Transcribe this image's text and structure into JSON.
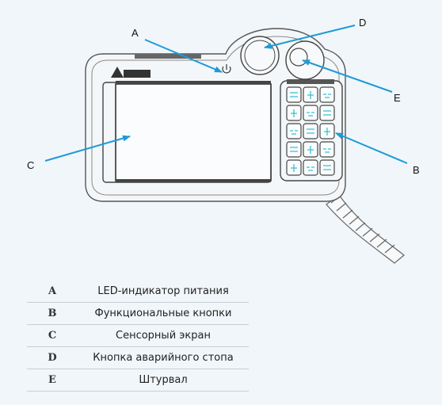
{
  "callouts": [
    "A",
    "B",
    "C",
    "D",
    "E"
  ],
  "legend": [
    {
      "key": "A",
      "text": "LED-индикатор питания"
    },
    {
      "key": "B",
      "text": "Функциональные кнопки"
    },
    {
      "key": "C",
      "text": "Сенсорный экран"
    },
    {
      "key": "D",
      "text": "Кнопка аварийного стопа"
    },
    {
      "key": "E",
      "text": "Штурвал"
    }
  ],
  "colors": {
    "arrow": "#1e9bd7",
    "device": "#555555",
    "key_glyph": "#33c3d6"
  }
}
